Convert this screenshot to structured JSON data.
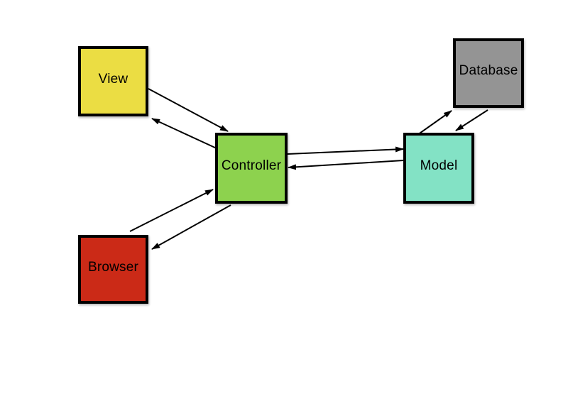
{
  "diagram": {
    "background_color": "#ffffff",
    "line_color": "#000000",
    "border_color": "#000000",
    "text_color": "#000000",
    "nodes": [
      {
        "id": "view",
        "label": "View",
        "fill": "#ebdd43"
      },
      {
        "id": "controller",
        "label": "Controller",
        "fill": "#8dd24e"
      },
      {
        "id": "model",
        "label": "Model",
        "fill": "#83e2c5"
      },
      {
        "id": "database",
        "label": "Database",
        "fill": "#949494"
      },
      {
        "id": "browser",
        "label": "Browser",
        "fill": "#cb2a17"
      }
    ],
    "edges": [
      {
        "from": "view",
        "to": "controller"
      },
      {
        "from": "controller",
        "to": "view"
      },
      {
        "from": "browser",
        "to": "controller"
      },
      {
        "from": "controller",
        "to": "browser"
      },
      {
        "from": "controller",
        "to": "model"
      },
      {
        "from": "model",
        "to": "controller"
      },
      {
        "from": "model",
        "to": "database"
      },
      {
        "from": "database",
        "to": "model"
      }
    ]
  }
}
